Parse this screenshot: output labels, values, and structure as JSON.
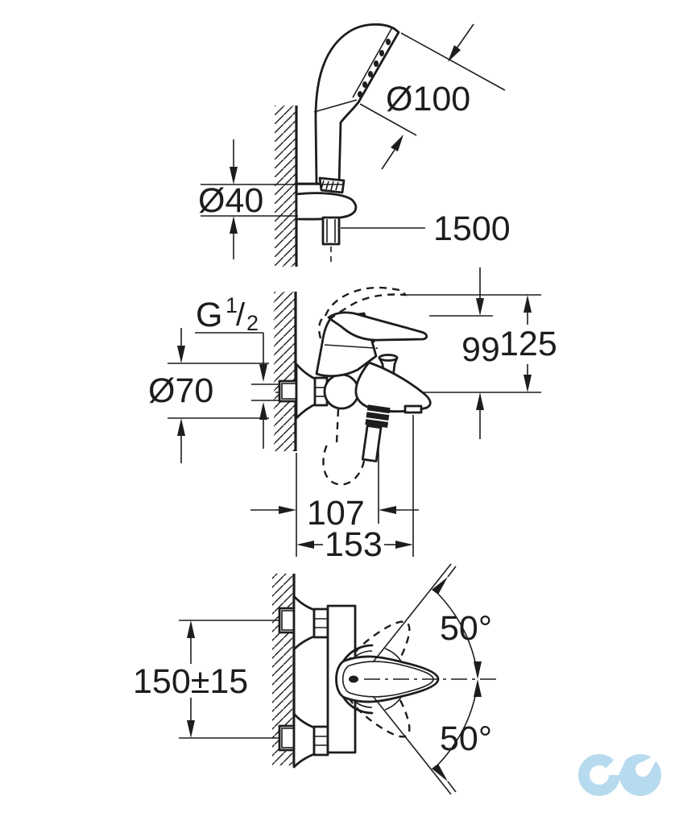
{
  "drawing": {
    "dim_head_diameter": "Ø100",
    "dim_holder_diameter": "Ø40",
    "dim_hose_length": "1500",
    "dim_thread_letter": "G",
    "dim_thread_numerator": "1",
    "dim_thread_slash": "/",
    "dim_thread_denominator": "2",
    "dim_escutcheon_diameter": "Ø70",
    "dim_height_to_spout": "99",
    "dim_height_total": "125",
    "dim_projection_outlet": "107",
    "dim_projection_spout": "153",
    "dim_connection_distance": "150±15",
    "dim_swivel_angle_up": "50°",
    "dim_swivel_angle_down": "50°"
  },
  "colors": {
    "line": "#1d1d1d",
    "background": "#ffffff",
    "watermark_logo": "#b7dbee"
  }
}
